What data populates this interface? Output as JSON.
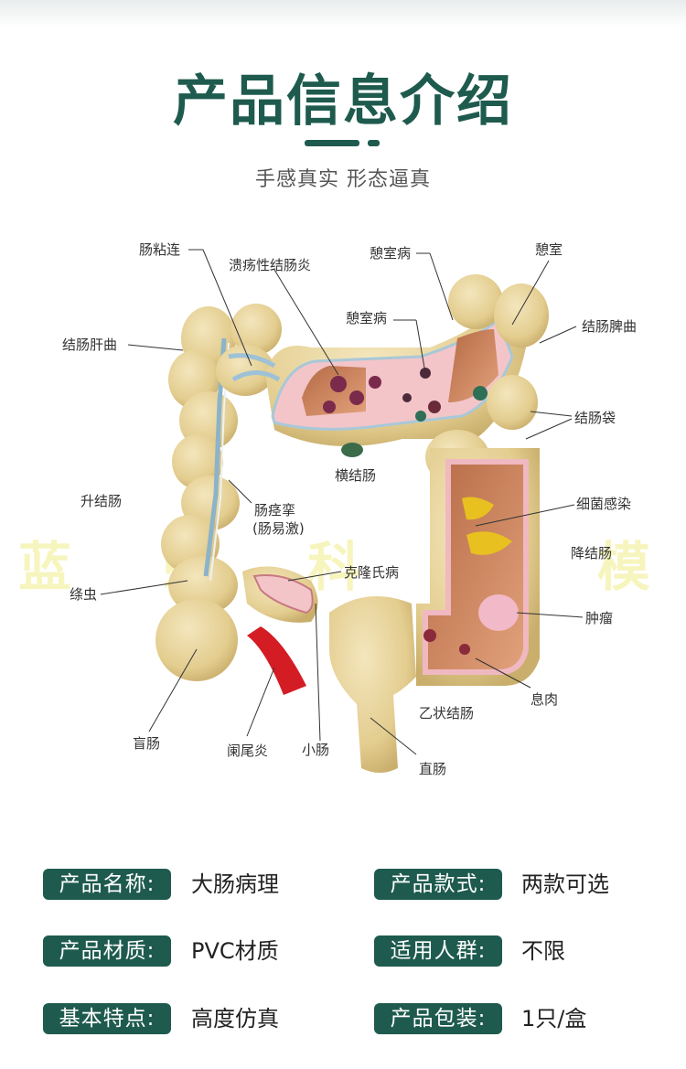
{
  "header": {
    "title": "产品信息介绍",
    "subtitle": "手感真实 形态逼真"
  },
  "diagram": {
    "labels": {
      "adhesion": "肠粘连",
      "ulcerative_colitis": "溃疡性结肠炎",
      "diverticulosis_top": "憩室病",
      "diverticulum": "憩室",
      "diverticulosis_mid": "憩室病",
      "hepatic_flexure": "结肠肝曲",
      "splenic_flexure": "结肠脾曲",
      "haustra": "结肠袋",
      "transverse_colon": "横结肠",
      "ascending_colon": "升结肠",
      "ibs": "肠痉挛\n(肠易激)",
      "ibs_line1": "肠痉挛",
      "ibs_line2": "(肠易激)",
      "bacterial_infection": "细菌感染",
      "descending_colon": "降结肠",
      "crohns": "克隆氏病",
      "pinworm": "绦虫",
      "tumor": "肿瘤",
      "polyp": "息肉",
      "sigmoid_colon": "乙状结肠",
      "cecum": "盲肠",
      "appendicitis": "阑尾炎",
      "small_intestine": "小肠",
      "rectum": "直肠"
    },
    "watermark": "蓝 蝶 科 学 模 型 有 限"
  },
  "info": {
    "rows": [
      {
        "label1": "产品名称:",
        "value1": "大肠病理",
        "label2": "产品款式:",
        "value2": "两款可选"
      },
      {
        "label1": "产品材质:",
        "value1": "PVC材质",
        "label2": "适用人群:",
        "value2": "不限"
      },
      {
        "label1": "基本特点:",
        "value1": "高度仿真",
        "label2": "产品包装:",
        "value2": "1只/盒"
      }
    ]
  },
  "colors": {
    "accent": "#1e5b4e",
    "model_beige": "#e8d49a",
    "lining_pink": "#f0b8c0",
    "appendix_red": "#d41c24"
  }
}
